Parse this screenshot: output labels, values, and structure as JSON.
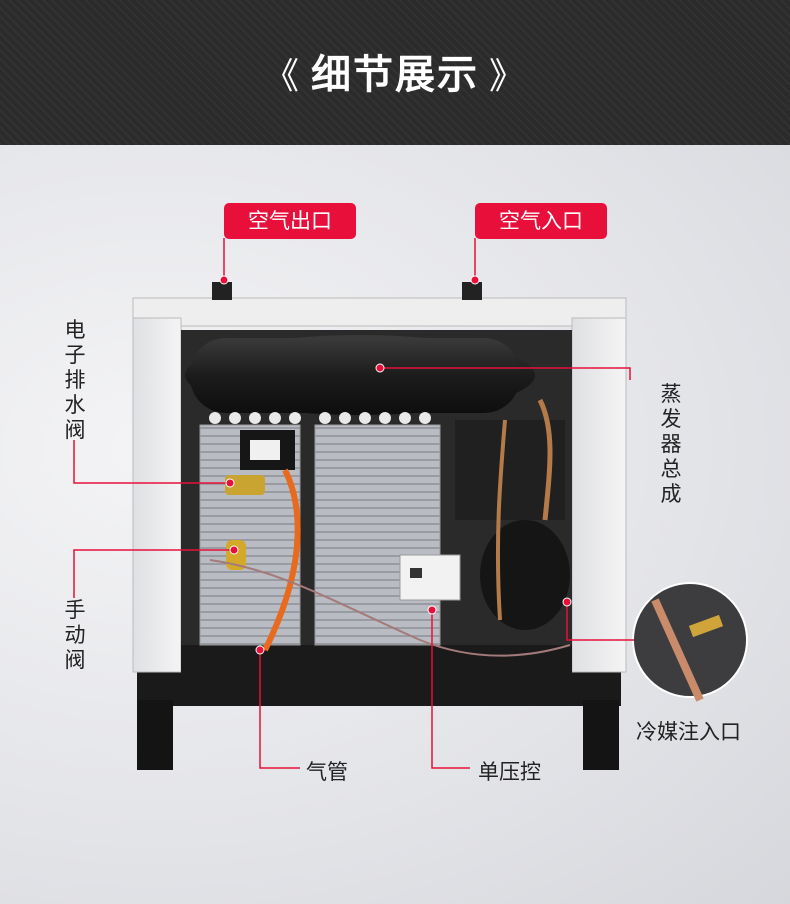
{
  "header": {
    "chevron_left": "《",
    "title": "细节展示",
    "chevron_right": "》"
  },
  "callouts": {
    "air_outlet": "空气出口",
    "air_inlet": "空气入口",
    "drain_valve": "电子排水阀",
    "evaporator": "蒸发器总成",
    "manual_valve": "手动阀",
    "air_pipe": "气管",
    "pressure_switch": "单压控",
    "refrigerant_inlet": "冷媒注入口"
  },
  "colors": {
    "accent": "#e8103a",
    "header_bg": "#2b2b2b"
  }
}
